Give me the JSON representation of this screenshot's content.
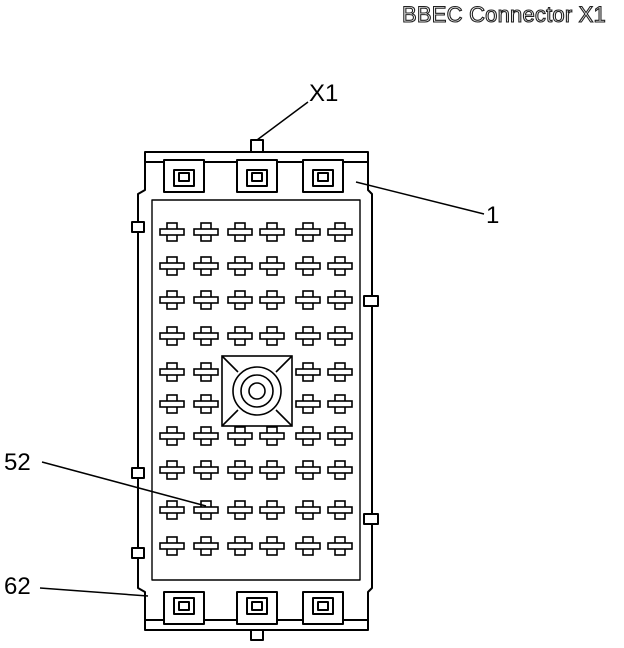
{
  "diagram": {
    "title": "BBEC Connector X1",
    "connector_id": "X1",
    "callouts": [
      {
        "id": "pin-1",
        "label": "1"
      },
      {
        "id": "pin-52",
        "label": "52"
      },
      {
        "id": "pin-62",
        "label": "62"
      }
    ],
    "pin_grid": {
      "rows": 10,
      "columns": 6,
      "center_post": true
    }
  }
}
